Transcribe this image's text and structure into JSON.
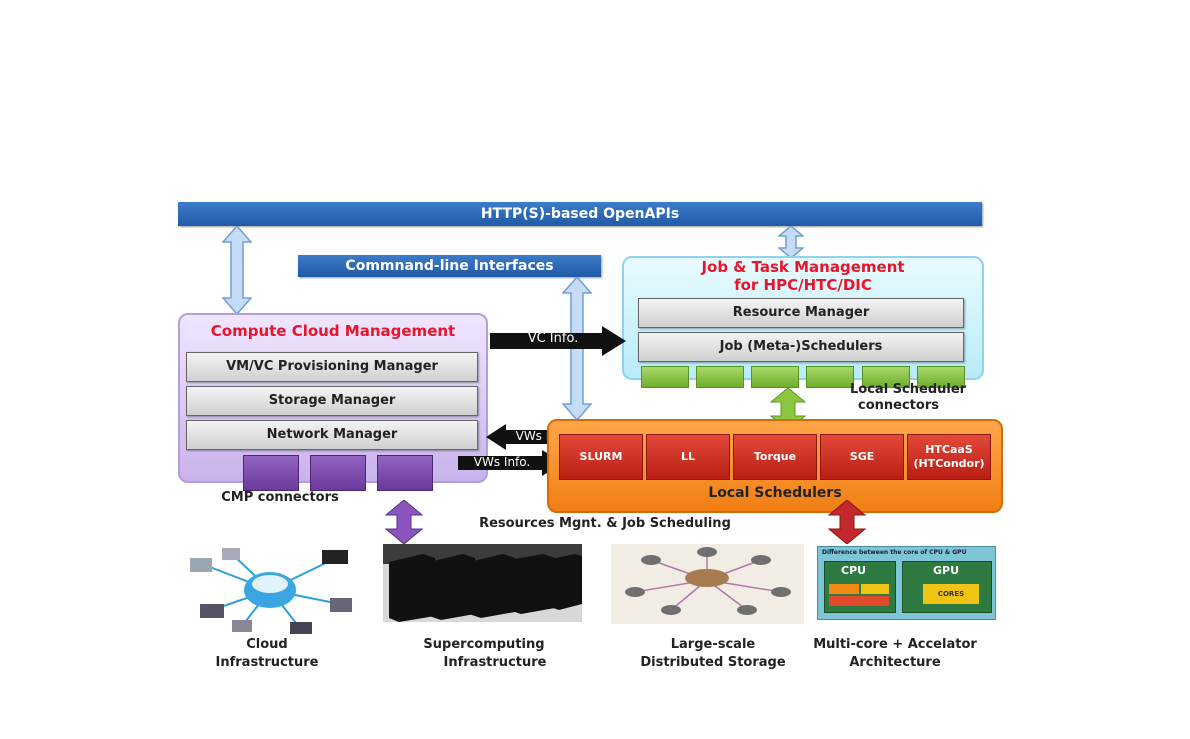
{
  "top_bar": {
    "label": "HTTP(S)-based OpenAPIs"
  },
  "cli_bar": {
    "label": "Commnand-line Interfaces"
  },
  "job_mgmt": {
    "title_line1": "Job & Task Management",
    "title_line2": "for HPC/HTC/DIC",
    "rows": [
      "Resource Manager",
      "Job (Meta-)Schedulers"
    ],
    "connectors_label_line1": "Local Scheduler",
    "connectors_label_line2": "connectors"
  },
  "cloud_mgmt": {
    "title": "Compute Cloud Management",
    "rows": [
      "VM/VC Provisioning Manager",
      "Storage Manager",
      "Network Manager"
    ],
    "connectors_label": "CMP connectors"
  },
  "arrows": {
    "vc_info": "VC Info.",
    "vws_req": "VWs Req.",
    "vws_info": "VWs Info."
  },
  "local_schedulers": {
    "title": "Local Schedulers",
    "cells": [
      "SLURM",
      "LL",
      "Torque",
      "SGE"
    ],
    "htcaas_line1": "HTCaaS",
    "htcaas_line2": "(HTCondor)"
  },
  "resources_label": "Resources Mgnt. & Job Scheduling",
  "infrastructure": [
    {
      "line1": "Cloud",
      "line2": "Infrastructure"
    },
    {
      "line1": "Supercomputing",
      "line2": "Infrastructure"
    },
    {
      "line1": "Large-scale",
      "line2": "Distributed Storage"
    },
    {
      "line1": "Multi-core + Accelator",
      "line2": "Architecture"
    }
  ],
  "cpu_gpu_box": {
    "heading": "Difference between the core of CPU & GPU",
    "cpu": "CPU",
    "gpu": "GPU",
    "cores": "CORES"
  }
}
